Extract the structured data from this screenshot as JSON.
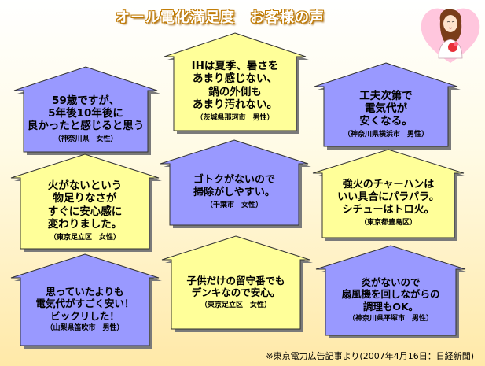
{
  "title": "オール電化満足度　お客様の声",
  "mascot": "woman-holding-flowers-in-heart",
  "colors": {
    "blue": "#9999ff",
    "yellow": "#ffff99",
    "shadow": "#7a7a7a",
    "title_outline": "#c07a00"
  },
  "cards": [
    {
      "color": "blue",
      "lines": [
        "59歳ですが、",
        "5年後10年後に",
        "良かったと感じると思う"
      ],
      "location": "（神奈川県　女性）"
    },
    {
      "color": "yellow",
      "lines": [
        "IHは夏季、暑さを",
        "あまり感じない、",
        "鍋の外側も",
        "あまり汚れない。"
      ],
      "location": "（茨城県那珂市　男性）"
    },
    {
      "color": "blue",
      "lines": [
        "工夫次第で",
        "電気代が",
        "安くなる。"
      ],
      "location": "（神奈川県横浜市　男性）"
    },
    {
      "color": "yellow",
      "lines": [
        "火がないという",
        "物足りなさが",
        "すぐに安心感に",
        "変わりました。"
      ],
      "location": "（東京足立区　女性）"
    },
    {
      "color": "blue",
      "lines": [
        "ゴトクがないので",
        "掃除がしやすい。"
      ],
      "location": "（千葉市　女性）"
    },
    {
      "color": "yellow",
      "lines": [
        "強火のチャーハンは",
        "いい具合にパラパラ。",
        "シチューはトロ火。"
      ],
      "location": "（東京都豊島区）"
    },
    {
      "color": "blue",
      "lines": [
        "思っていたよりも",
        "電気代がすごく安い！",
        "ビックリした！"
      ],
      "location": "（山梨県笛吹市　男性）"
    },
    {
      "color": "yellow",
      "lines": [
        "子供だけの留守番でも",
        "デンキなので安心。"
      ],
      "location": "（東京足立区　女性）"
    },
    {
      "color": "blue",
      "lines": [
        "炎がないので",
        "扇風機を回しながらの",
        "調理もOK。"
      ],
      "location": "（神奈川県平塚市　男性）"
    }
  ],
  "source": "※東京電力広告記事より(2007年4月16日：日経新聞)"
}
